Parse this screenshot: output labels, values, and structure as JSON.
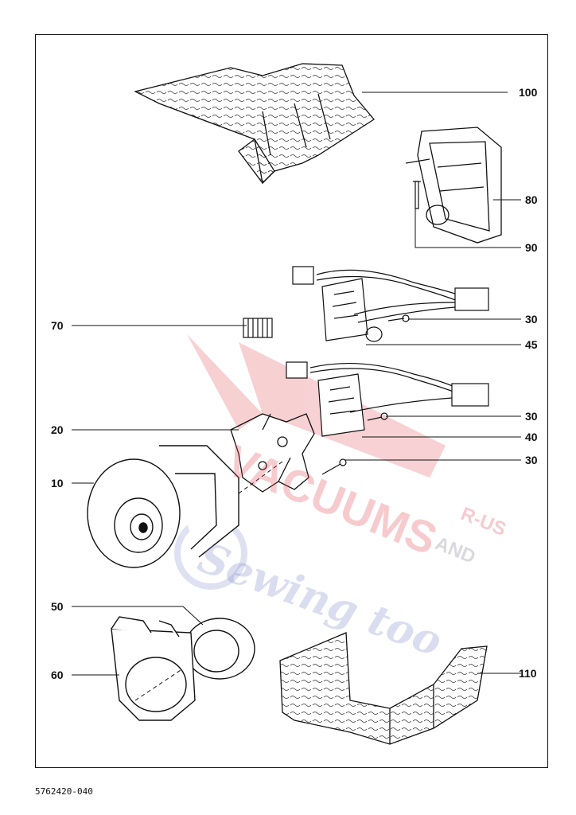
{
  "callouts": {
    "c100": "100",
    "c80": "80",
    "c90": "90",
    "c70": "70",
    "c30a": "30",
    "c45": "45",
    "c30b": "30",
    "c20": "20",
    "c40": "40",
    "c30c": "30",
    "c10": "10",
    "c50": "50",
    "c60": "60",
    "c110": "110"
  },
  "reference_code": "5762420-040",
  "watermark": {
    "line1": "VACUUMS",
    "line2": "R-US",
    "line3": "AND",
    "line4": "Sewing too"
  },
  "colors": {
    "line": "#111111",
    "watermark_red": "#e04650",
    "watermark_blue": "#7a86c8"
  }
}
